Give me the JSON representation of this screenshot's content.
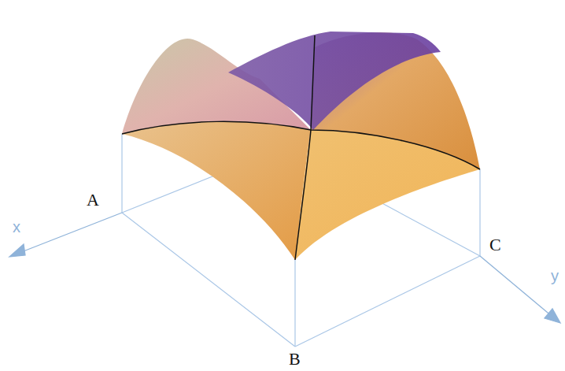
{
  "diagram": {
    "labels": [
      "A",
      "x",
      "B",
      "C",
      "y"
    ]
  }
}
